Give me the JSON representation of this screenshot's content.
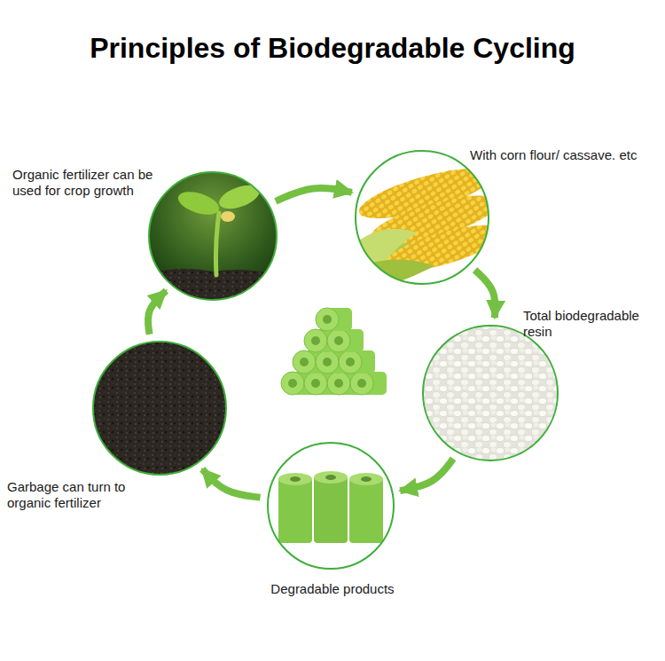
{
  "diagram": {
    "title": "Principles of Biodegradable Cycling",
    "nodes": [
      {
        "text": [
          "Organic fertilizer can be used for crop growth"
        ]
      },
      {
        "text": [
          "With corn flour/ cassave. etc"
        ]
      },
      {
        "text": [
          "Total biodegradable resin"
        ]
      },
      {
        "text": [
          "Degradable products"
        ]
      },
      {
        "text": [
          "Garbage can turn to organic fertilizer"
        ]
      }
    ],
    "edges": [
      {
        "from": 0,
        "to": 1,
        "arrow": "to"
      },
      {
        "from": 1,
        "to": 2,
        "arrow": "to"
      },
      {
        "from": 2,
        "to": 3,
        "arrow": "to"
      },
      {
        "from": 3,
        "to": 4,
        "arrow": "to"
      },
      {
        "from": 4,
        "to": 0,
        "arrow": "to"
      }
    ]
  }
}
